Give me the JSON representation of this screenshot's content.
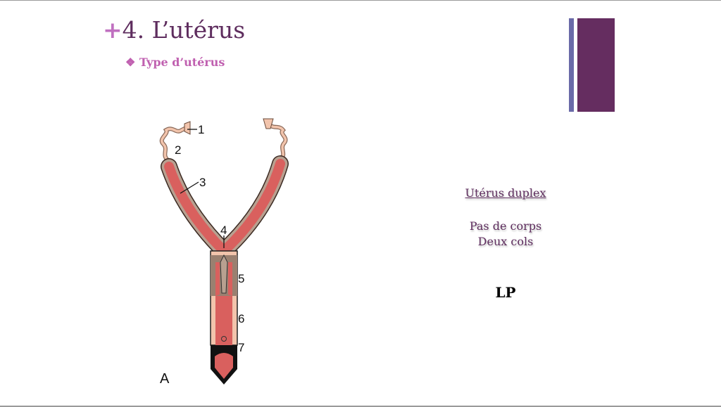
{
  "title": {
    "prefix": "+",
    "text": "4. L’utérus"
  },
  "subtitle": {
    "bullet": "❖",
    "text": "Type d’utérus"
  },
  "info": {
    "heading": "Utérus duplex",
    "line1": "Pas de corps",
    "line2": "Deux cols",
    "note": "LP"
  },
  "diagram": {
    "labels": [
      "1",
      "2",
      "3",
      "4",
      "5",
      "6",
      "7"
    ],
    "panel": "A"
  },
  "colors": {
    "title": "#5e2d5e",
    "accent": "#c060b0",
    "bar_thin": "#6a6aa8",
    "bar_wide": "#652d60",
    "tissue": "#d9605e"
  }
}
